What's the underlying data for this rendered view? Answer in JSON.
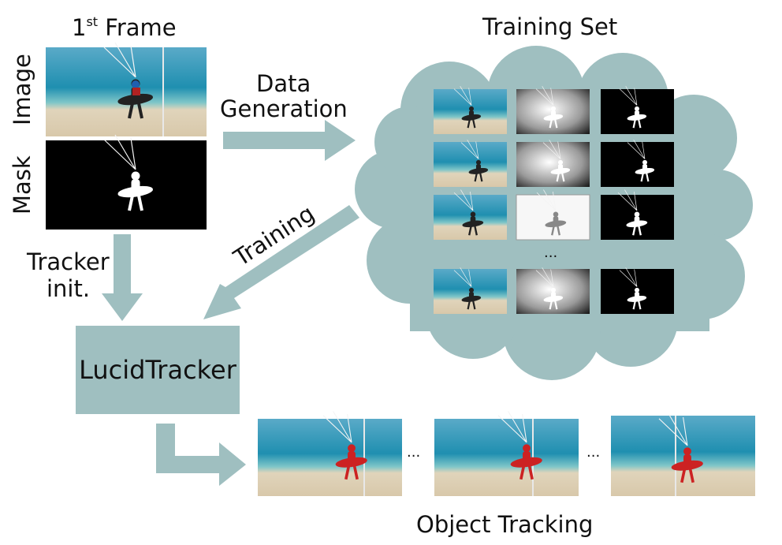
{
  "first_frame": {
    "title_main": "1",
    "title_sup": "st",
    "title_rest": " Frame",
    "image_label": "Image",
    "mask_label": "Mask"
  },
  "data_generation": {
    "line1": "Data",
    "line2": "Generation"
  },
  "training_set": {
    "title": "Training Set",
    "ellipsis": "..."
  },
  "training_label": "Training",
  "tracker_init": {
    "line1": "Tracker",
    "line2": "init."
  },
  "tracker_box": "LucidTracker",
  "object_tracking": {
    "title": "Object Tracking",
    "ellipsis1": "...",
    "ellipsis2": "..."
  },
  "colors": {
    "accent": "#9fbfc0",
    "sea": "#2e8fae",
    "sand": "#dccfb4",
    "red": "#cc2222"
  }
}
